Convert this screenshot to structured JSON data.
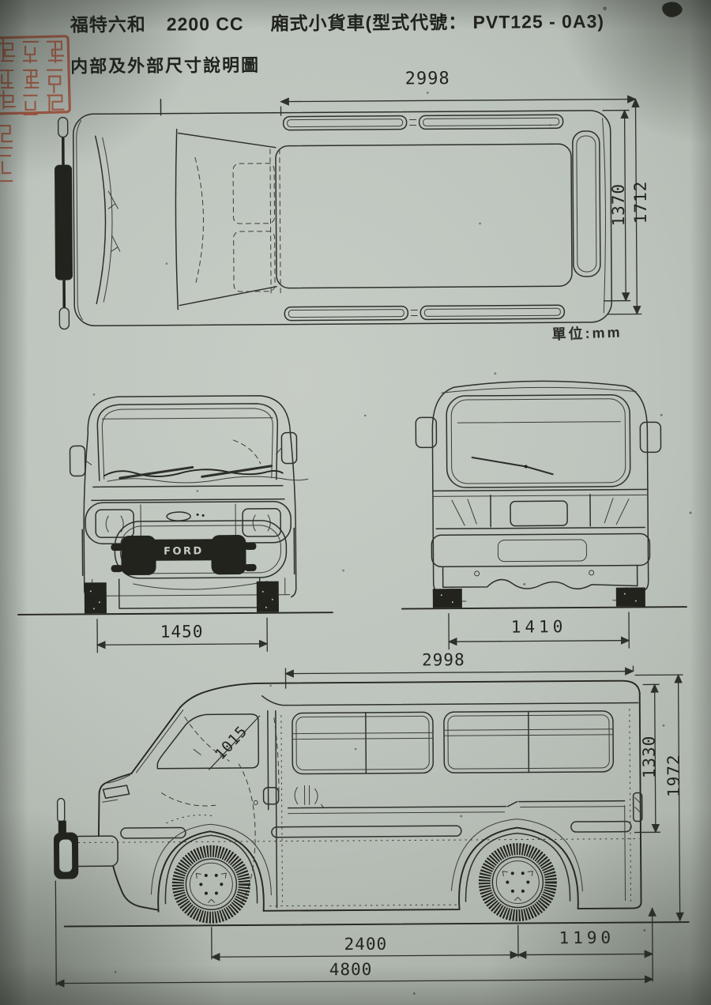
{
  "document": {
    "title": {
      "brand": "福特六和",
      "engine": "2200 CC",
      "model": "廂式小貨車(型式代號： PVT125 - 0A3)"
    },
    "subtitle": "内部及外部尺寸說明圖",
    "unit_note": "單位:mm",
    "badge_text": "FORD"
  },
  "dimensions": {
    "top_view": {
      "cargo_length": "2998",
      "inner_width": "1370",
      "overall_width": "1712"
    },
    "front_view": {
      "front_track": "1450"
    },
    "rear_view": {
      "rear_track": "1410"
    },
    "side_view": {
      "cargo_length": "2998",
      "door_opening": "1015",
      "body_side_height": "1330",
      "overall_height": "1972",
      "wheelbase": "2400",
      "rear_overhang": "1190",
      "overall_length": "4800"
    }
  },
  "colors": {
    "paper": "#bcc4bd",
    "ink": "#2e302a",
    "seal_red": "#b04f35"
  }
}
